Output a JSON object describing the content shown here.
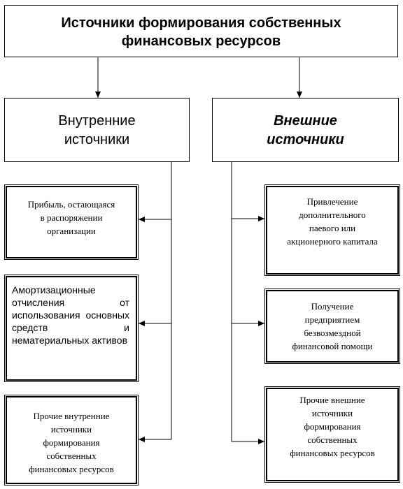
{
  "title": "Источники формирования собственных\nфинансовых ресурсов",
  "internal": {
    "heading": "Внутренние\nисточники",
    "items": [
      "Прибыль, остающаяся\nв распоряжении\nорганизации",
      "Амортизационные отчисления от использования основных средств и нематериальных активов",
      "Прочие внутренние\nисточники\nформирования\nсобственных\nфинансовых ресурсов"
    ]
  },
  "external": {
    "heading": "Внешние\nисточники",
    "items": [
      "Привлечение\nдополнительного\nпаевого или\nакционерного капитала",
      "Получение\nпредприятием\nбезвозмездной\nфинансовой помощи",
      "Прочие внешние\nисточники\nформирования\nсобственных\nфинансовых ресурсов"
    ]
  }
}
